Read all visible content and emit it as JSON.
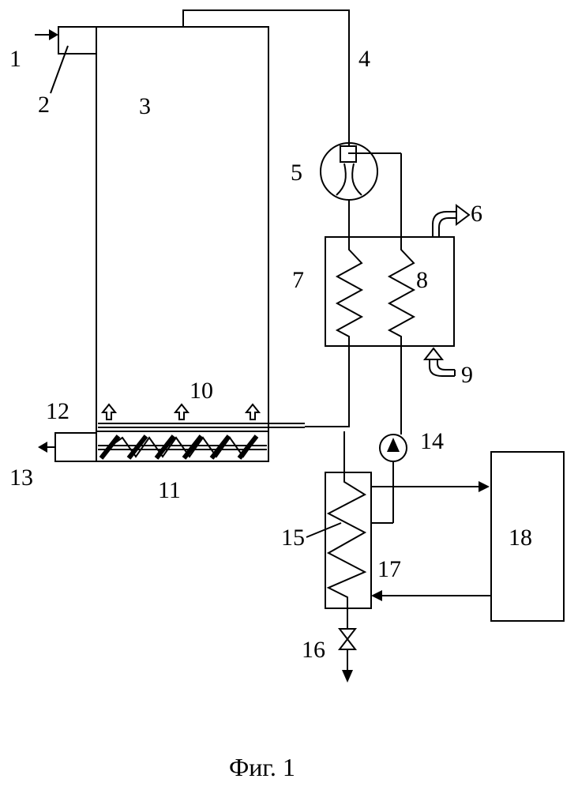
{
  "labels": {
    "l1": "1",
    "l2": "2",
    "l3": "3",
    "l4": "4",
    "l5": "5",
    "l6": "6",
    "l7": "7",
    "l8": "8",
    "l9": "9",
    "l10": "10",
    "l11": "11",
    "l12": "12",
    "l13": "13",
    "l14": "14",
    "l15": "15",
    "l16": "16",
    "l17": "17",
    "l18": "18"
  },
  "caption": "Фиг. 1"
}
